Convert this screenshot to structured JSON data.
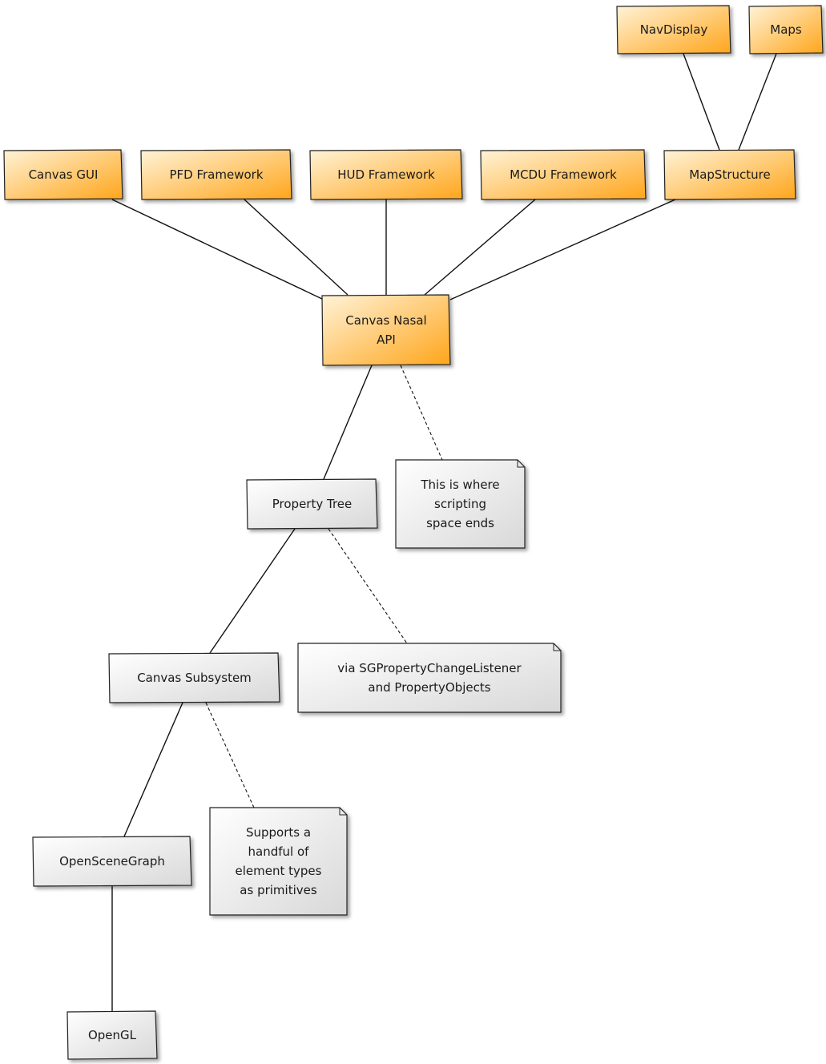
{
  "diagram": {
    "colors": {
      "orange_light": "#fde2b0",
      "orange_dark": "#ffa51a",
      "gray_light": "#ffffff",
      "gray_dark": "#dcdcdc",
      "stroke": "#222222"
    },
    "nodes": {
      "navdisplay": {
        "lines": [
          "NavDisplay"
        ],
        "style": "orange"
      },
      "maps": {
        "lines": [
          "Maps"
        ],
        "style": "orange"
      },
      "canvas_gui": {
        "lines": [
          "Canvas GUI"
        ],
        "style": "orange"
      },
      "pfd": {
        "lines": [
          "PFD Framework"
        ],
        "style": "orange"
      },
      "hud": {
        "lines": [
          "HUD Framework"
        ],
        "style": "orange"
      },
      "mcdu": {
        "lines": [
          "MCDU Framework"
        ],
        "style": "orange"
      },
      "mapstructure": {
        "lines": [
          "MapStructure"
        ],
        "style": "orange"
      },
      "nasal_api": {
        "lines": [
          "Canvas Nasal",
          "API"
        ],
        "style": "orange"
      },
      "property_tree": {
        "lines": [
          "Property Tree"
        ],
        "style": "gray"
      },
      "canvas_subsystem": {
        "lines": [
          "Canvas Subsystem"
        ],
        "style": "gray"
      },
      "openscenegraph": {
        "lines": [
          "OpenSceneGraph"
        ],
        "style": "gray"
      },
      "opengl": {
        "lines": [
          "OpenGL"
        ],
        "style": "gray"
      }
    },
    "notes": {
      "scripting_note": {
        "lines": [
          "This is where",
          "scripting",
          "space ends"
        ]
      },
      "listener_note": {
        "lines": [
          "via SGPropertyChangeListener",
          "and PropertyObjects"
        ]
      },
      "primitives_note": {
        "lines": [
          "Supports a",
          "handful of",
          "element types",
          "as primitives"
        ]
      }
    },
    "edges": [
      {
        "from": "navdisplay",
        "to": "mapstructure",
        "style": "solid"
      },
      {
        "from": "maps",
        "to": "mapstructure",
        "style": "solid"
      },
      {
        "from": "canvas_gui",
        "to": "nasal_api",
        "style": "solid"
      },
      {
        "from": "pfd",
        "to": "nasal_api",
        "style": "solid"
      },
      {
        "from": "hud",
        "to": "nasal_api",
        "style": "solid"
      },
      {
        "from": "mcdu",
        "to": "nasal_api",
        "style": "solid"
      },
      {
        "from": "mapstructure",
        "to": "nasal_api",
        "style": "solid"
      },
      {
        "from": "nasal_api",
        "to": "property_tree",
        "style": "solid"
      },
      {
        "from": "nasal_api",
        "to": "scripting_note",
        "style": "dashed"
      },
      {
        "from": "property_tree",
        "to": "canvas_subsystem",
        "style": "solid"
      },
      {
        "from": "property_tree",
        "to": "listener_note",
        "style": "dashed"
      },
      {
        "from": "canvas_subsystem",
        "to": "openscenegraph",
        "style": "solid"
      },
      {
        "from": "canvas_subsystem",
        "to": "primitives_note",
        "style": "dashed"
      },
      {
        "from": "openscenegraph",
        "to": "opengl",
        "style": "solid"
      }
    ]
  }
}
